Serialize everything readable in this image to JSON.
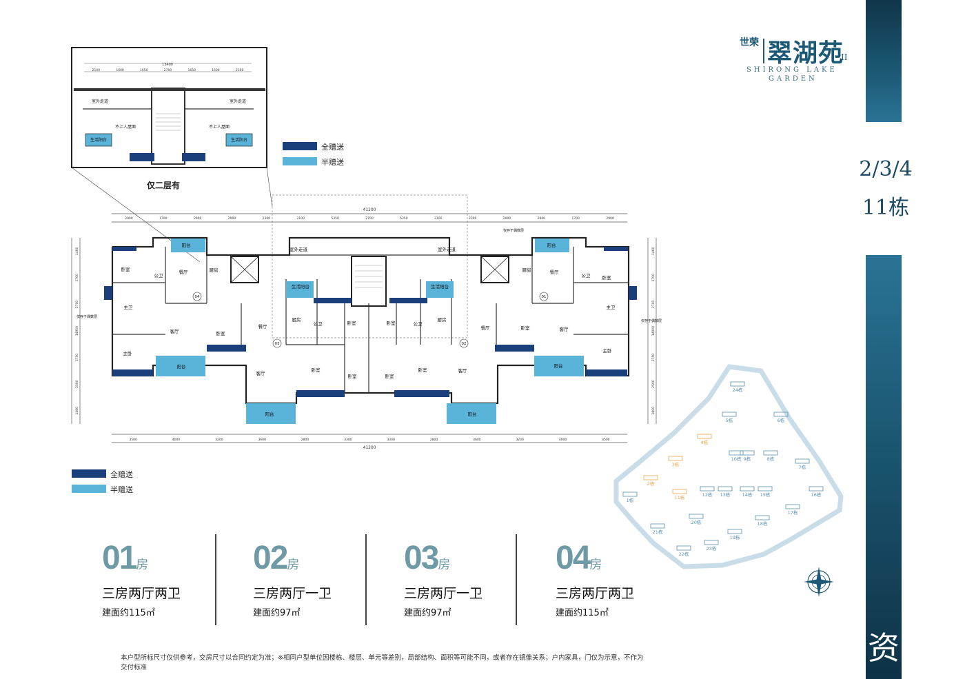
{
  "brand": {
    "logo_cn_small": "世荣",
    "logo_cn_main": "翠湖苑",
    "logo_roman": "II",
    "logo_en_line1": "SHIRONG LAKE",
    "logo_en_line2": "GARDEN"
  },
  "building": {
    "floors": "2/3/4",
    "name": "11栋"
  },
  "side_banner_char": "资",
  "legend": {
    "full_gift": "全赠送",
    "half_gift": "半赠送",
    "full_color": "#1b3f7a",
    "half_color": "#5ab3d9"
  },
  "inset": {
    "caption": "仅二层有",
    "total_dim": "13400",
    "dims": [
      "2100",
      "1600",
      "1650",
      "2700",
      "1650",
      "1600",
      "2100"
    ],
    "corridor_label": "室外走道",
    "roof_label": "不上人屋面",
    "balcony_label": "生活阳台"
  },
  "plan": {
    "total_dim": "41200",
    "top_dims": [
      "2900",
      "1700",
      "2900",
      "2000",
      "2300",
      "2100",
      "5350",
      "2700",
      "5350",
      "2100",
      "2300",
      "2000",
      "2900",
      "1700",
      "2900"
    ],
    "bottom_dims": [
      "3500",
      "4000",
      "3200",
      "3600",
      "2800",
      "3300",
      "3300",
      "2800",
      "3600",
      "3200",
      "4000",
      "3500"
    ],
    "left_dims": [
      "1460",
      "2700",
      "2700",
      "14900",
      "3750",
      "2500",
      "1460"
    ],
    "right_dims": [
      "1460",
      "2700",
      "2700",
      "14900",
      "3750",
      "2500",
      "1800"
    ],
    "rooms": {
      "balcony": "阳台",
      "bedroom": "卧室",
      "master_bedroom": "主卧",
      "living": "客厅",
      "dining": "餐厅",
      "kitchen": "厨房",
      "public_bath": "公卫",
      "master_bath": "主卫",
      "life_balcony": "生活阳台",
      "corridor": "室外走道",
      "second_floor_only": "仅存于偶数层"
    },
    "unit_tags": [
      "04",
      "03",
      "02",
      "01"
    ]
  },
  "site_map": {
    "buildings": [
      "24栋",
      "5栋",
      "6栋",
      "4栋",
      "3栋",
      "2栋",
      "1栋",
      "10栋",
      "9栋",
      "8栋",
      "7栋",
      "11栋",
      "12栋",
      "13栋",
      "14栋",
      "15栋",
      "16栋",
      "17栋",
      "18栋",
      "19栋",
      "20栋",
      "21栋",
      "22栋",
      "23栋"
    ],
    "highlight_color": "#e6a64a"
  },
  "units": [
    {
      "num": "01",
      "suffix": "房",
      "type": "三房两厅两卫",
      "area": "建面约115㎡"
    },
    {
      "num": "02",
      "suffix": "房",
      "type": "三房两厅一卫",
      "area": "建面约97㎡"
    },
    {
      "num": "03",
      "suffix": "房",
      "type": "三房两厅一卫",
      "area": "建面约97㎡"
    },
    {
      "num": "04",
      "suffix": "房",
      "type": "三房两厅两卫",
      "area": "建面约115㎡"
    }
  ],
  "footnote": "本户型所标尺寸仅供参考，交房尺寸以合同约定为准；※相同户型单位因楼栋、楼层、单元等差别，局部结构、面积等可能不同，或者存在镜像关系；户内家具，门仅为示意，不作为交付标准"
}
